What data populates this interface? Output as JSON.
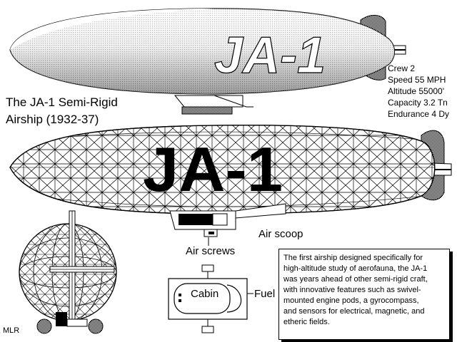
{
  "title": {
    "line1": "The JA-1 Semi-Rigid",
    "line2": "Airship (1932-37)"
  },
  "hull_marking": "JA-1",
  "specs": [
    "Crew 2",
    "Speed 55 MPH",
    "Altitude 55000'",
    "Capacity 3.2 Tn",
    "Endurance 4 Dy"
  ],
  "labels": {
    "air_scoop": "Air scoop",
    "air_screws": "Air screws",
    "cabin": "Cabin",
    "fuel": "Fuel",
    "signature": "MLR"
  },
  "description": [
    "The first airship designed specifically for",
    "high-altitude study of aerofauna, the JA-1",
    "was years ahead of other semi-rigid craft,",
    "with innovative features such as swivel-",
    "mounted engine pods, a gyrocompass,",
    "and sensors for electrical, magnetic, and",
    "etheric fields."
  ],
  "colors": {
    "ink": "#000000",
    "paper": "#ffffff",
    "stipple": "#7a7a7a"
  }
}
